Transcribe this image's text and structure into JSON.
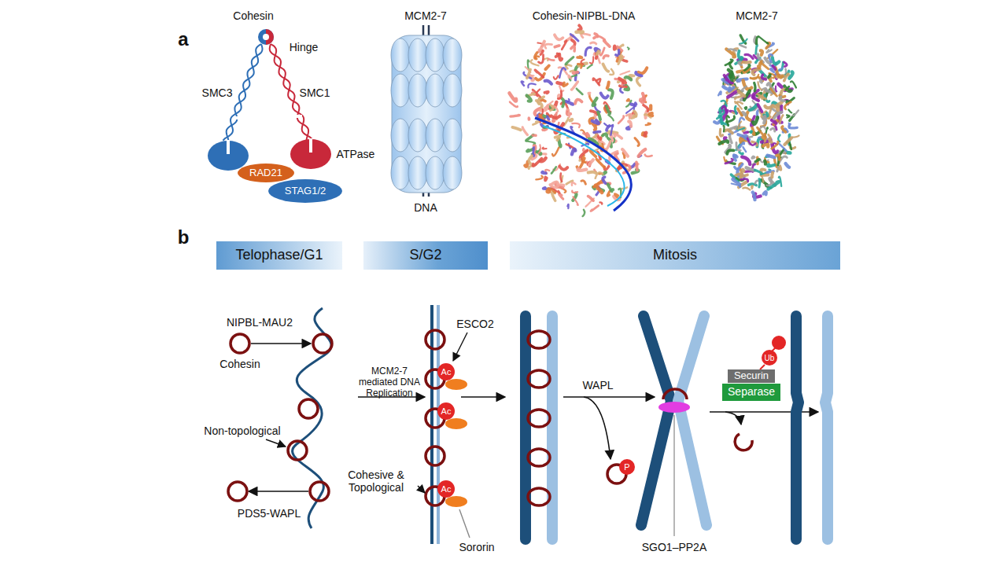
{
  "diagram": {
    "nodes": [
      {
        "text": [
          "RAD21"
        ]
      },
      {
        "text": [
          "STAG1/2"
        ]
      },
      {
        "text": [
          "Telophase/G1"
        ]
      },
      {
        "text": [
          "S/G2"
        ]
      },
      {
        "text": [
          "Mitosis"
        ]
      },
      {
        "text": [
          "Ac"
        ]
      },
      {
        "text": [
          "Ac"
        ]
      },
      {
        "text": [
          "Ac"
        ]
      },
      {
        "text": [
          "P"
        ]
      },
      {
        "text": [
          "Ub"
        ]
      },
      {
        "text": [
          "Securin"
        ]
      },
      {
        "text": [
          "Separase"
        ]
      }
    ],
    "labels": [
      "a",
      "Cohesin",
      "Hinge",
      "SMC3",
      "SMC1",
      "ATPase",
      "MCM2-7",
      "DNA",
      "Cohesin-NIPBL-DNA",
      "MCM2-7",
      "b",
      "NIPBL-MAU2",
      "Cohesin",
      "Non-topological",
      "PDS5-WAPL",
      "MCM2-7 mediated DNA Replication",
      "ESCO2",
      "Cohesive & Topological",
      "Sororin",
      "WAPL",
      "SGO1–PP2A"
    ]
  }
}
